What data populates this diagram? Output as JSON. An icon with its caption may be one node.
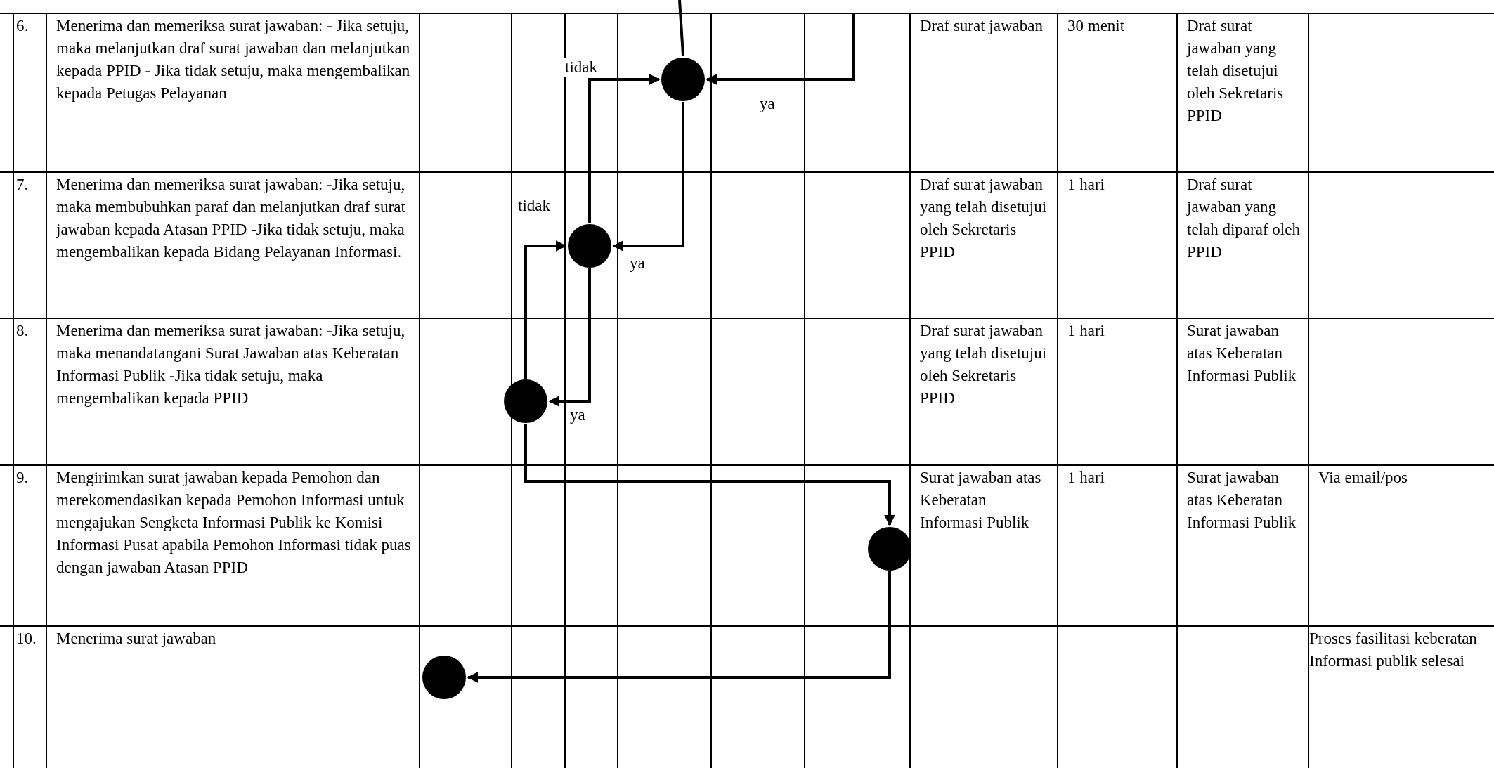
{
  "diagram": {
    "nodes": [
      {
        "text": [],
        "shape": "circle"
      },
      {
        "text": [],
        "shape": "circle"
      },
      {
        "text": [],
        "shape": "circle"
      },
      {
        "text": [],
        "shape": "circle"
      },
      {
        "text": [],
        "shape": "circle"
      }
    ],
    "edges": [
      {
        "from": null,
        "to": 0,
        "arrow": "none"
      },
      {
        "from": null,
        "to": 0,
        "arrow": "to",
        "label": "ya"
      },
      {
        "from": 0,
        "to": 1,
        "arrow": "to",
        "label": "ya"
      },
      {
        "from": 1,
        "to": 0,
        "arrow": "to",
        "label": "tidak"
      },
      {
        "from": 1,
        "to": 2,
        "arrow": "to",
        "label": "ya"
      },
      {
        "from": 2,
        "to": 1,
        "arrow": "to",
        "label": "tidak"
      },
      {
        "from": 2,
        "to": 3,
        "arrow": "to"
      },
      {
        "from": 3,
        "to": 4,
        "arrow": "to"
      }
    ],
    "labels": [
      "6.",
      "Menerima dan memeriksa surat jawaban: - Jika setuju, maka melanjutkan draf surat jawaban dan melanjutkan kepada PPID - Jika tidak setuju, maka mengembalikan kepada Petugas Pelayanan",
      "Draf surat jawaban",
      "30 menit",
      "Draf surat jawaban yang telah disetujui oleh Sekretaris PPID",
      "7.",
      "Menerima dan memeriksa surat jawaban: -Jika setuju, maka membubuhkan paraf dan melanjutkan draf surat jawaban kepada Atasan PPID -Jika tidak setuju, maka mengembalikan kepada Bidang Pelayanan Informasi.",
      "Draf surat jawaban yang telah disetujui oleh Sekretaris PPID",
      "1 hari",
      "Draf surat jawaban yang telah diparaf oleh PPID",
      "8.",
      "Menerima dan memeriksa surat jawaban: -Jika setuju, maka menandatangani Surat Jawaban atas Keberatan Informasi Publik -Jika tidak setuju, maka mengembalikan kepada PPID",
      "Draf surat jawaban yang telah disetujui oleh Sekretaris PPID",
      "1 hari",
      "Surat jawaban atas Keberatan Informasi Publik",
      "9.",
      "Mengirimkan surat jawaban kepada Pemohon dan merekomendasikan kepada Pemohon Informasi untuk mengajukan Sengketa Informasi Publik ke Komisi Informasi Pusat apabila Pemohon Informasi tidak puas dengan jawaban Atasan PPID",
      "Surat jawaban atas Keberatan Informasi Publik",
      "1 hari",
      "Surat jawaban atas Keberatan Informasi Publik",
      "Via email/pos",
      "10.",
      "Menerima surat jawaban",
      "Proses fasilitasi keberatan Informasi publik selesai"
    ]
  }
}
